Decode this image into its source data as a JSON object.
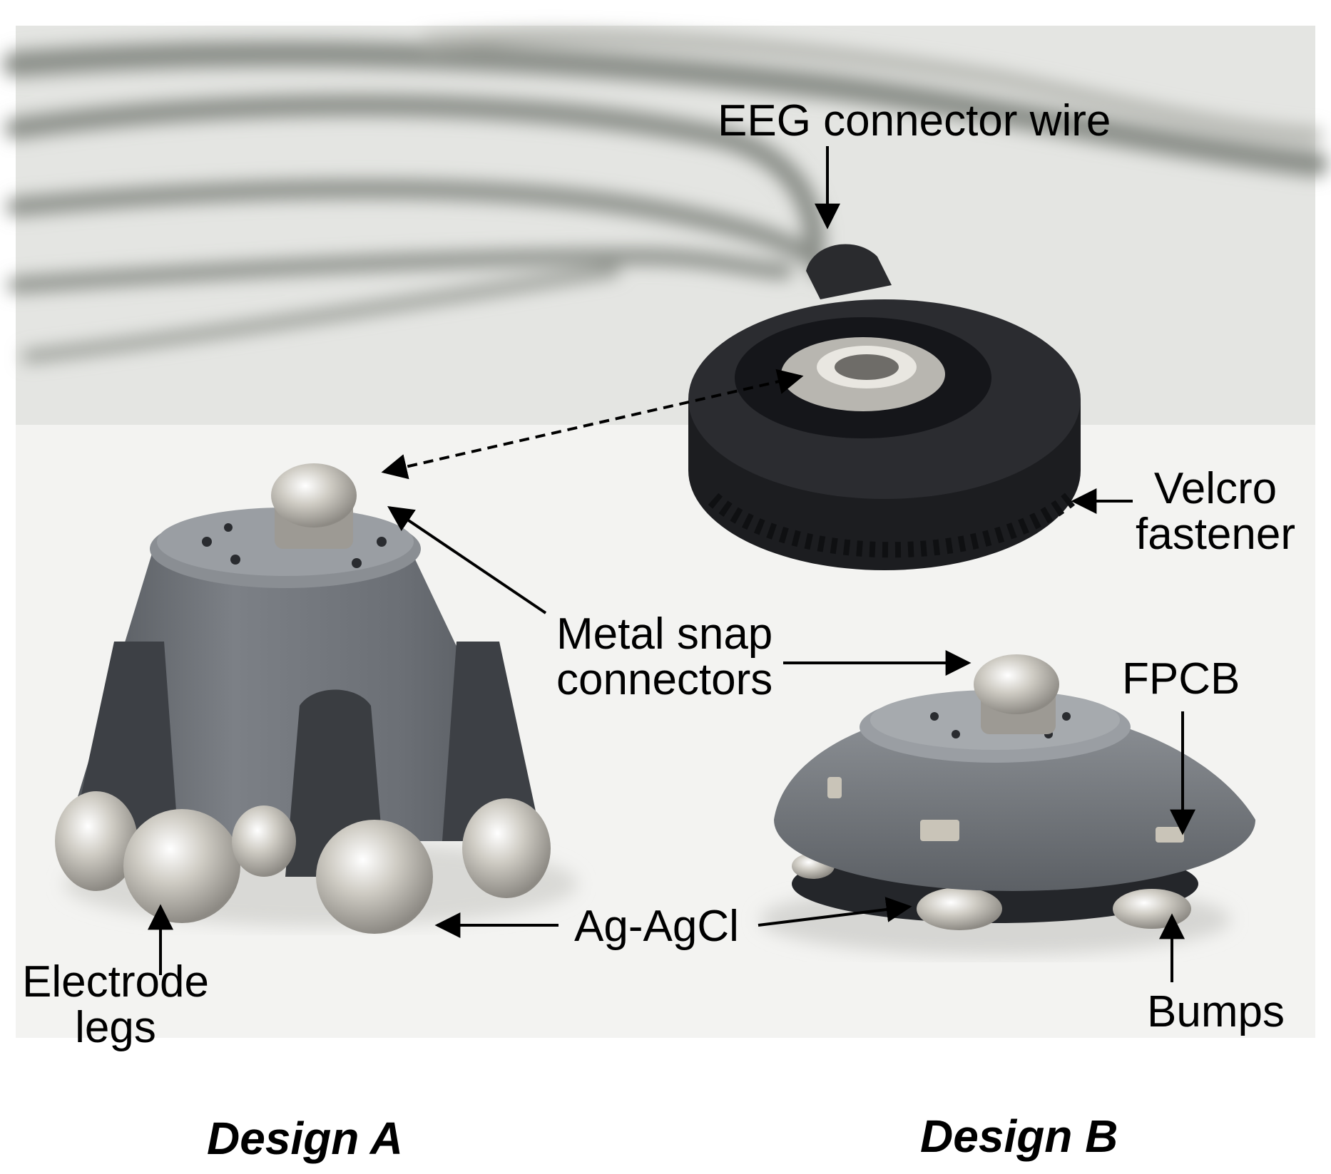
{
  "annotations": {
    "eeg_connector_wire": "EEG connector wire",
    "velcro_line1": "Velcro",
    "velcro_line2": "fastener",
    "metal_snap_line1": "Metal snap",
    "metal_snap_line2": "connectors",
    "fpcb": "FPCB",
    "ag_agcl": "Ag-AgCl",
    "electrode_legs_line1": "Electrode",
    "electrode_legs_line2": "legs",
    "bumps": "Bumps"
  },
  "captions": {
    "design_a": "Design A",
    "design_b": "Design B"
  },
  "colors": {
    "background": "#ffffff",
    "photo_backdrop": "#f2f2f0",
    "wire_gray": "#8a8e88",
    "connector_black": "#1e1f22",
    "electrode_gray": "#6e7277",
    "silver": "#d9d6cf",
    "label_text": "#000000"
  }
}
